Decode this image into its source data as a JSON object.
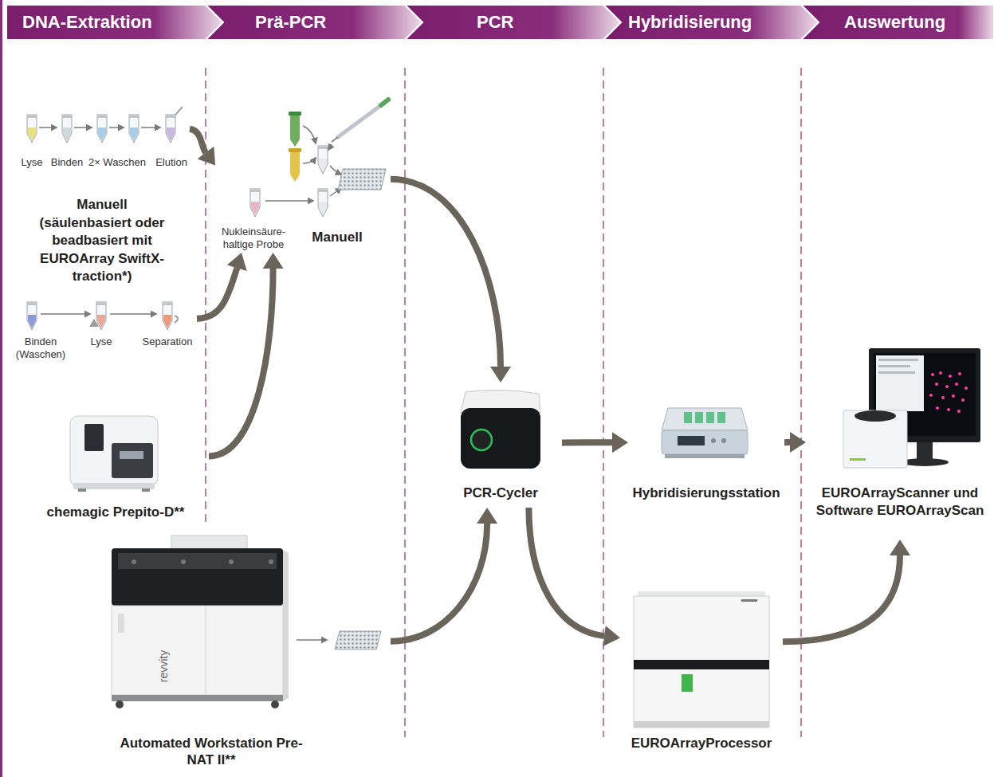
{
  "diagram": {
    "nodes": [
      {
        "text": [
          "DNA-Extraktion"
        ]
      },
      {
        "text": [
          "Prä-PCR"
        ]
      },
      {
        "text": [
          "PCR"
        ]
      },
      {
        "text": [
          "Hybridisierung"
        ]
      },
      {
        "text": [
          "Auswertung"
        ]
      },
      {
        "text": [
          "Lyse",
          "Binden",
          "2× Waschen",
          "Elution"
        ]
      },
      {
        "text": [
          "Binden (Waschen)",
          "Lyse",
          "Separation"
        ]
      },
      {
        "text": [
          "chemagic Prepito-D**"
        ]
      },
      {
        "text": [
          "Nukleinsäure-haltige Probe",
          "Manuell"
        ]
      },
      {
        "text": [
          "Automated Workstation Pre-NAT II**"
        ]
      },
      {
        "text": [
          "PCR-Cycler"
        ]
      },
      {
        "text": [
          "Hybridisierungsstation"
        ]
      },
      {
        "text": [
          "EUROArrayScanner und Software EUROArrayScan"
        ]
      },
      {
        "text": [
          "EUROArrayProcessor"
        ]
      }
    ],
    "edges": [
      {
        "from": 5,
        "to": 8,
        "arrow": "to"
      },
      {
        "from": 6,
        "to": 8,
        "arrow": "to"
      },
      {
        "from": 7,
        "to": 8,
        "arrow": "to"
      },
      {
        "from": 8,
        "to": 10,
        "arrow": "to"
      },
      {
        "from": 9,
        "to": 10,
        "arrow": "to"
      },
      {
        "from": 10,
        "to": 11,
        "arrow": "to"
      },
      {
        "from": 11,
        "to": 12,
        "arrow": "to"
      },
      {
        "from": 10,
        "to": 13,
        "arrow": "to"
      },
      {
        "from": 13,
        "to": 12,
        "arrow": "to"
      }
    ],
    "labels": [
      "Manuell (säulenbasiert oder beadbasiert mit EUROArray SwiftX-traction*)",
      "revvity"
    ]
  }
}
